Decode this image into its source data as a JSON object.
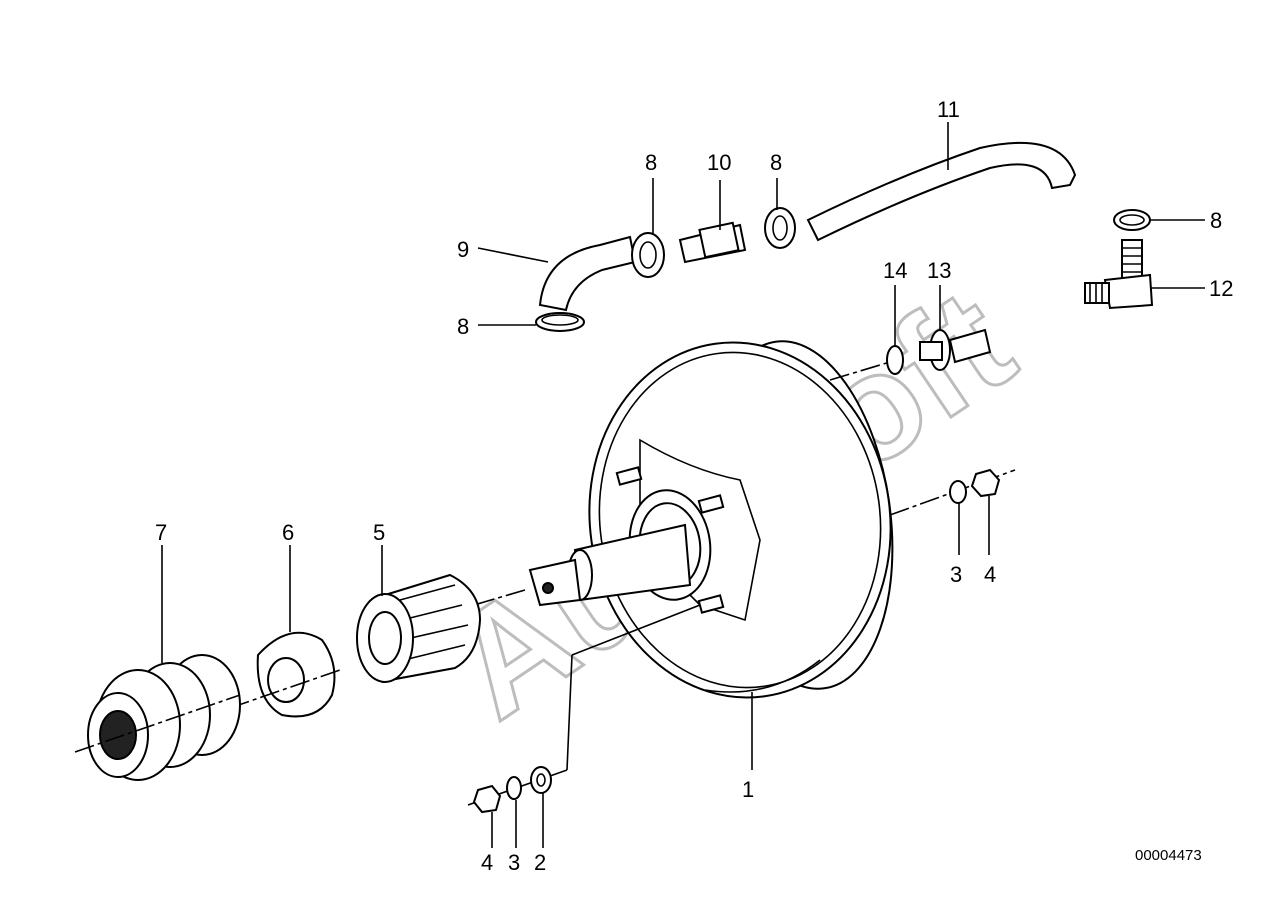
{
  "diagram": {
    "watermark": "AutoSoft",
    "drawing_number": "00004473",
    "callouts": [
      {
        "id": "c1",
        "text": "1"
      },
      {
        "id": "c2",
        "text": "2"
      },
      {
        "id": "c3a",
        "text": "3"
      },
      {
        "id": "c3b",
        "text": "3"
      },
      {
        "id": "c4a",
        "text": "4"
      },
      {
        "id": "c4b",
        "text": "4"
      },
      {
        "id": "c5",
        "text": "5"
      },
      {
        "id": "c6",
        "text": "6"
      },
      {
        "id": "c7",
        "text": "7"
      },
      {
        "id": "c8a",
        "text": "8"
      },
      {
        "id": "c8b",
        "text": "8"
      },
      {
        "id": "c8c",
        "text": "8"
      },
      {
        "id": "c8d",
        "text": "8"
      },
      {
        "id": "c9",
        "text": "9"
      },
      {
        "id": "c10",
        "text": "10"
      },
      {
        "id": "c11",
        "text": "11"
      },
      {
        "id": "c12",
        "text": "12"
      },
      {
        "id": "c13",
        "text": "13"
      },
      {
        "id": "c14",
        "text": "14"
      }
    ]
  }
}
